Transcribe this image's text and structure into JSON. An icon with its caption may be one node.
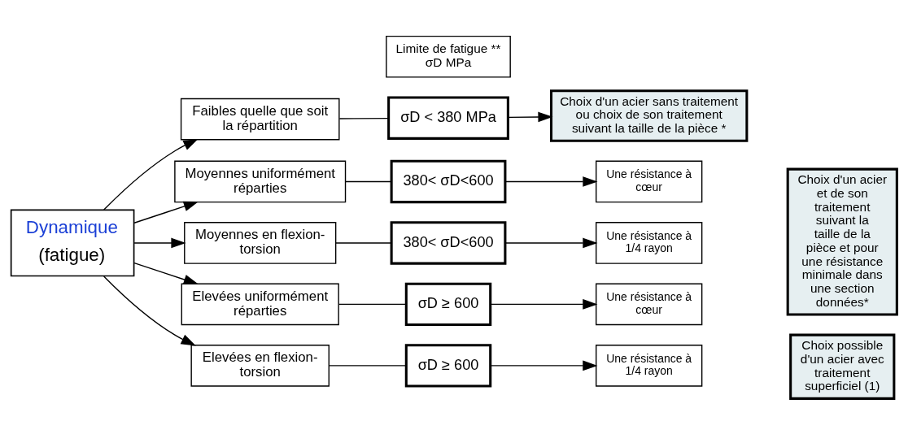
{
  "diagram": {
    "nodes": [
      {
        "text": [
          "Dynamique",
          "(fatigue)"
        ]
      },
      {
        "text": [
          "Limite de fatigue **",
          "σD MPa"
        ]
      },
      {
        "text": [
          "Faibles quelle que soit la répartition"
        ]
      },
      {
        "text": [
          "Moyennes uniformément réparties"
        ]
      },
      {
        "text": [
          "Moyennes en flexion-torsion"
        ]
      },
      {
        "text": [
          "Elevées uniformément réparties"
        ]
      },
      {
        "text": [
          "Elevées en flexion-torsion"
        ]
      },
      {
        "text": [
          "σD < 380 MPa"
        ]
      },
      {
        "text": [
          "380< σD<600"
        ]
      },
      {
        "text": [
          "380< σD<600"
        ]
      },
      {
        "text": [
          "σD ≥ 600"
        ]
      },
      {
        "text": [
          "σD ≥ 600"
        ]
      },
      {
        "text": [
          "Choix d'un acier sans traitement ou choix de son traitement suivant la taille de la pièce *"
        ]
      },
      {
        "text": [
          "Une résistance à cœur"
        ]
      },
      {
        "text": [
          "Une résistance à 1/4 rayon"
        ]
      },
      {
        "text": [
          "Une résistance à cœur"
        ]
      },
      {
        "text": [
          "Une résistance à 1/4 rayon"
        ]
      },
      {
        "text": [
          "Choix d'un acier et de son traitement suivant la taille de la pièce et pour une résistance minimale dans une section données*"
        ]
      },
      {
        "text": [
          "Choix possible d'un acier avec traitement superficiel (1)"
        ]
      }
    ],
    "edges": [
      {
        "from": 0,
        "to": 2,
        "arrow": "to"
      },
      {
        "from": 0,
        "to": 3,
        "arrow": "to"
      },
      {
        "from": 0,
        "to": 4,
        "arrow": "to"
      },
      {
        "from": 0,
        "to": 5,
        "arrow": "to"
      },
      {
        "from": 0,
        "to": 6,
        "arrow": "to"
      },
      {
        "from": 2,
        "to": 7,
        "arrow": "none"
      },
      {
        "from": 3,
        "to": 8,
        "arrow": "none"
      },
      {
        "from": 4,
        "to": 9,
        "arrow": "none"
      },
      {
        "from": 5,
        "to": 10,
        "arrow": "none"
      },
      {
        "from": 6,
        "to": 11,
        "arrow": "none"
      },
      {
        "from": 7,
        "to": 12,
        "arrow": "to"
      },
      {
        "from": 8,
        "to": 13,
        "arrow": "to"
      },
      {
        "from": 9,
        "to": 14,
        "arrow": "to"
      },
      {
        "from": 10,
        "to": 15,
        "arrow": "to"
      },
      {
        "from": 11,
        "to": 16,
        "arrow": "to"
      }
    ]
  }
}
